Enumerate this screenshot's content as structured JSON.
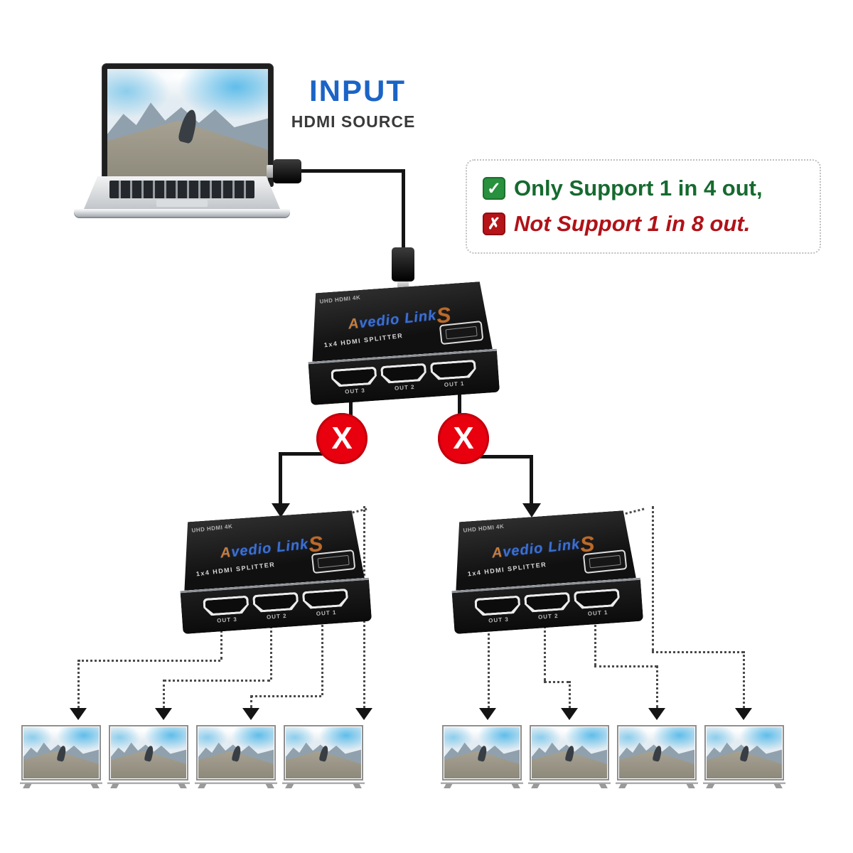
{
  "title_block": {
    "title": "INPUT",
    "subtitle": "HDMI SOURCE"
  },
  "note_box": {
    "check_symbol": "✓",
    "cross_symbol": "✗",
    "line1": "Only Support 1 in 4 out,",
    "line2": "Not Support 1 in 8 out."
  },
  "splitter": {
    "corner_label": "UHD HDMI 4K",
    "brand_prefix": "A",
    "brand_mid": "vedio",
    "brand_link": "Link",
    "brand_s": "S",
    "model_label": "1x4 HDMI SPLITTER",
    "port_labels": [
      "OUT 3",
      "OUT 2",
      "OUT 1"
    ]
  },
  "blocked_mark": "X",
  "colors": {
    "input_blue": "#1b64c6",
    "note_green": "#166a2f",
    "note_red": "#b01218",
    "blocked_red": "#e8000f",
    "brand_blue": "#3d6fd0",
    "brand_orange": "#c97c34"
  }
}
